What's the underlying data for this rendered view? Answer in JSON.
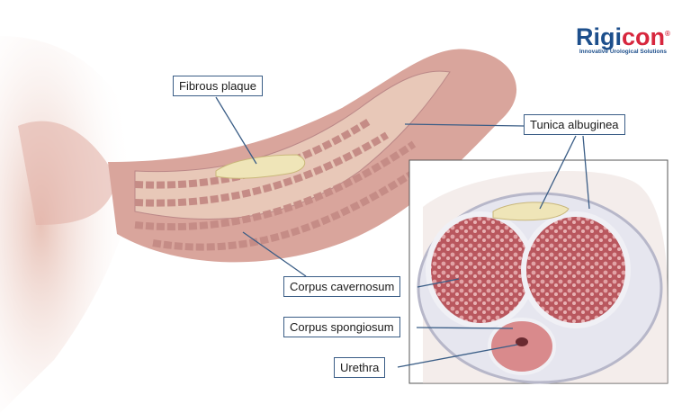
{
  "logo": {
    "brand_part1": "Rigi",
    "brand_part2": "con",
    "registered": "®",
    "tagline": "Innovative Urological Solutions"
  },
  "labels": {
    "fibrous_plaque": "Fibrous plaque",
    "tunica_albuginea": "Tunica albuginea",
    "corpus_cavernosum": "Corpus cavernosum",
    "corpus_spongiosum": "Corpus spongiosum",
    "urethra": "Urethra"
  },
  "colors": {
    "brand_blue": "#1d4f8c",
    "brand_red": "#d7263d",
    "leader": "#3a5d86",
    "tissue": "#c98a86",
    "plaque": "#efe5b8"
  }
}
